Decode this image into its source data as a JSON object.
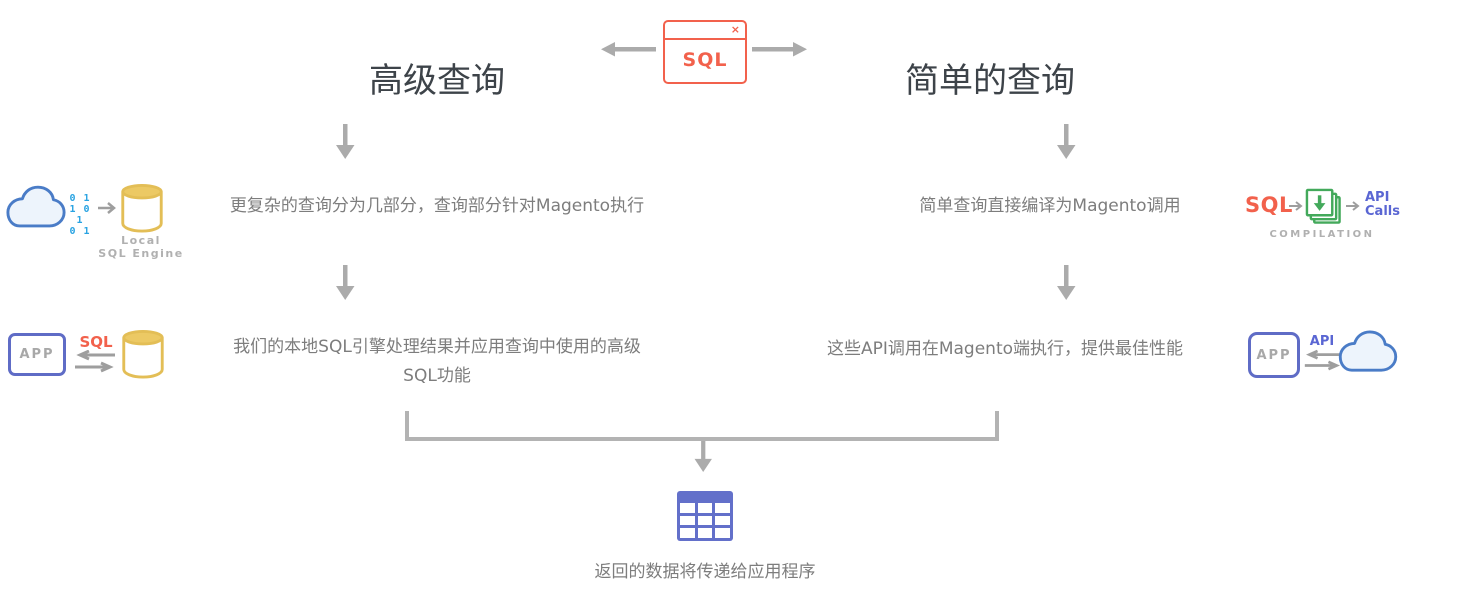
{
  "colors": {
    "accent_orange": "#F2614C",
    "arrow_gray": "#ABABAB",
    "heading_gray": "#3D4349",
    "body_gray": "#7D7D7D",
    "cloud_blue": "#4A7CC7",
    "binary_cyan": "#29A3E2",
    "db_gold": "#E3BE56",
    "indigo": "#5F6CC6",
    "green": "#43A95B"
  },
  "top_icon": {
    "label": "SQL",
    "close_glyph": "×"
  },
  "left_column": {
    "heading": "高级查询",
    "step1": "更复杂的查询分为几部分，查询部分针对Magento执行",
    "step2": "我们的本地SQL引擎处理结果并应用查询中使用的高级SQL功能"
  },
  "right_column": {
    "heading": "简单的查询",
    "step1": "简单查询直接编译为Magento调用",
    "step2": "这些API调用在Magento端执行，提供最佳性能"
  },
  "left_icons": {
    "row1": {
      "binary": [
        "0 1",
        "1 0 1",
        "0 1"
      ],
      "caption_line1": "Local",
      "caption_line2": "SQL Engine"
    },
    "row2": {
      "app_label": "APP",
      "protocol_label": "SQL"
    }
  },
  "right_icons": {
    "row1": {
      "sql_label": "SQL",
      "api_line1": "API",
      "api_line2": "Calls",
      "caption": "COMPILATION"
    },
    "row2": {
      "app_label": "APP",
      "protocol_label": "API"
    }
  },
  "bottom": {
    "caption": "返回的数据将传递给应用程序"
  }
}
